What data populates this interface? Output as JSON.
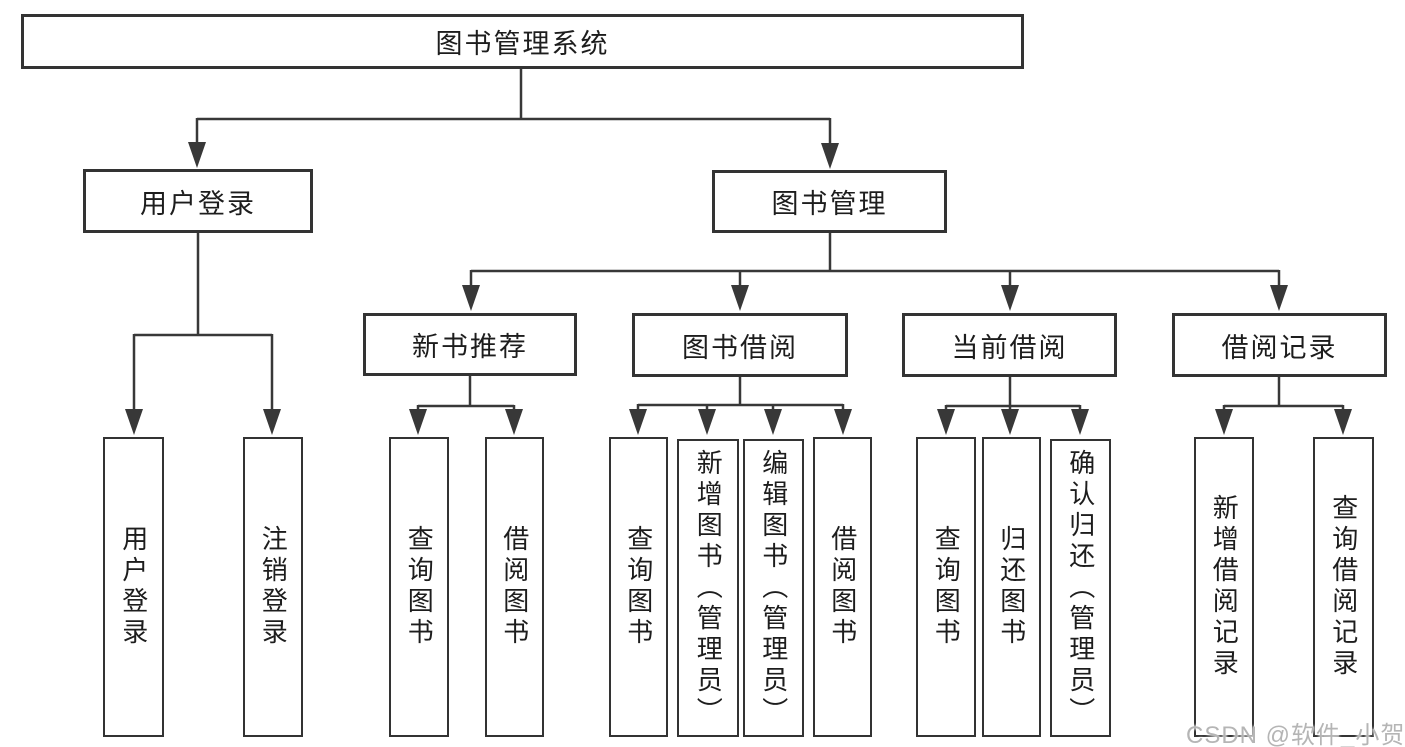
{
  "tree": {
    "label": "图书管理系统",
    "children": [
      {
        "label": "用户登录",
        "children": [
          {
            "label": "用户登录"
          },
          {
            "label": "注销登录"
          }
        ]
      },
      {
        "label": "图书管理",
        "children": [
          {
            "label": "新书推荐",
            "children": [
              {
                "label": "查询图书"
              },
              {
                "label": "借阅图书"
              }
            ]
          },
          {
            "label": "图书借阅",
            "children": [
              {
                "label": "查询图书"
              },
              {
                "label": "新增图书（管理员）"
              },
              {
                "label": "编辑图书（管理员）"
              },
              {
                "label": "借阅图书"
              }
            ]
          },
          {
            "label": "当前借阅",
            "children": [
              {
                "label": "查询图书"
              },
              {
                "label": "归还图书"
              },
              {
                "label": "确认归还（管理员）"
              }
            ]
          },
          {
            "label": "借阅记录",
            "children": [
              {
                "label": "新增借阅记录"
              },
              {
                "label": "查询借阅记录"
              }
            ]
          }
        ]
      }
    ]
  },
  "watermark": "CSDN @软件_小贺同学",
  "colors": {
    "background": "#ffffff",
    "box_border": "#333333",
    "connector_line": "#383838",
    "text": "#1d1d1d",
    "watermark_text": "#b5b5b5"
  }
}
